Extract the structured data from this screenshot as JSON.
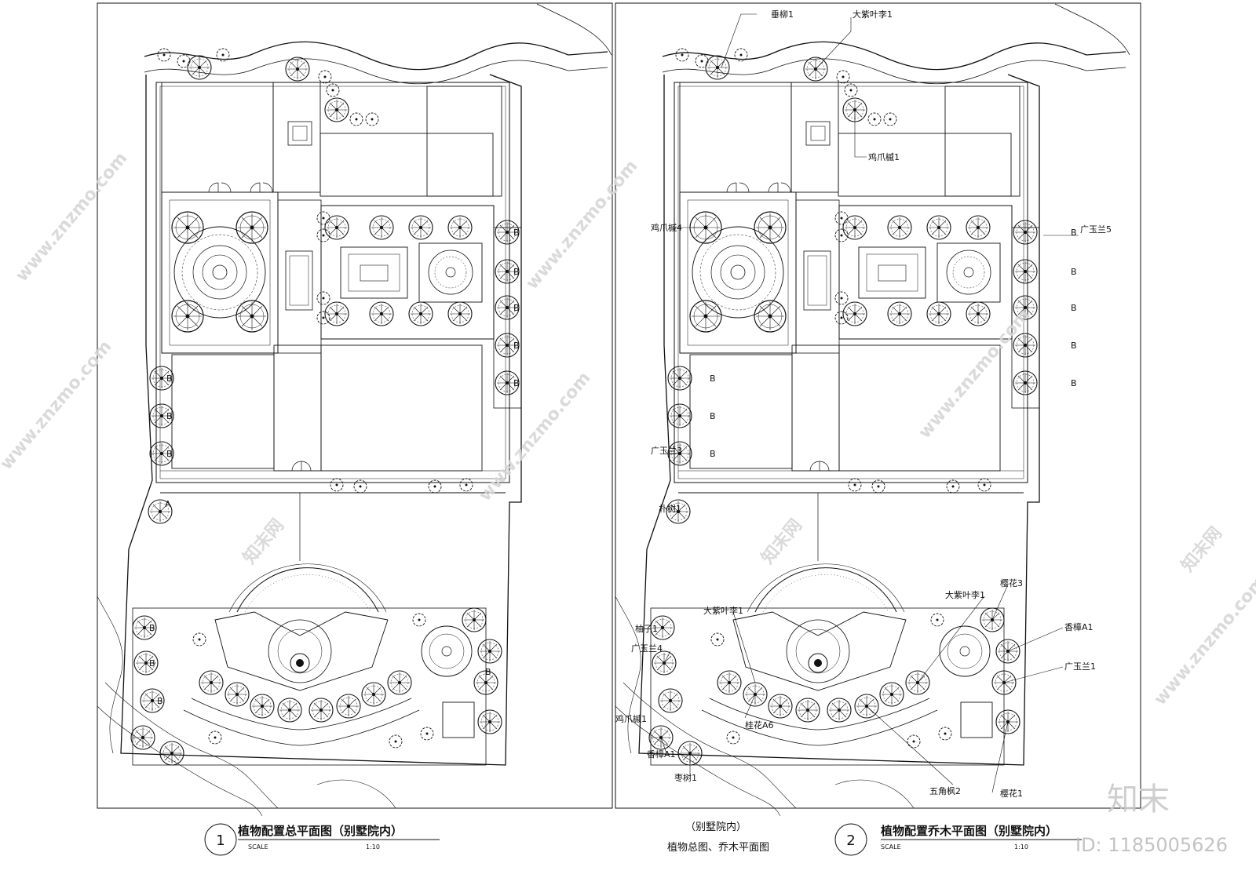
{
  "panel1": {
    "number": "1",
    "title": "植物配置总平面图（别墅院内）",
    "scale_label": "SCALE",
    "scale_value": "1:10",
    "tags": [
      "B",
      "B",
      "B",
      "B",
      "B",
      "B",
      "B",
      "B",
      "B",
      "A",
      "B",
      "B",
      "B"
    ]
  },
  "panel2": {
    "number": "2",
    "title": "植物配置乔木平面图（别墅院内）",
    "scale_label": "SCALE",
    "scale_value": "1:10",
    "labels": {
      "chuiliu": "垂柳1",
      "dazi_top": "大紫叶李1",
      "jizhua_top": "鸡爪槭1",
      "jizhua4": "鸡爪槭4",
      "guangyu5": "广玉兰5",
      "guangyu3": "广玉兰3",
      "pushu": "朴树1",
      "dazi_left": "大紫叶李1",
      "dazi_right": "大紫叶李1",
      "yinghua3": "樱花3",
      "xiangzhang_right": "香樟A1",
      "youzi": "柚子1",
      "guangyu_left": "广玉兰4",
      "guangyu1": "广玉兰1",
      "guihua": "桂花A6",
      "jizhua_bottom": "鸡爪槭1",
      "xiangzhang_left": "香樟A1",
      "zaoshu": "枣树1",
      "wujiao": "五角枫2",
      "yinghua1": "樱花1"
    },
    "tags": [
      "B",
      "B",
      "B",
      "B",
      "B",
      "B",
      "B",
      "B"
    ]
  },
  "middle_caption": {
    "line1": "（别墅院内）",
    "line2": "植物总图、乔木平面图"
  },
  "watermark": {
    "site": "www.znzmo.com",
    "brand": "知末网",
    "logo": "知末",
    "id": "ID: 1185005626"
  }
}
